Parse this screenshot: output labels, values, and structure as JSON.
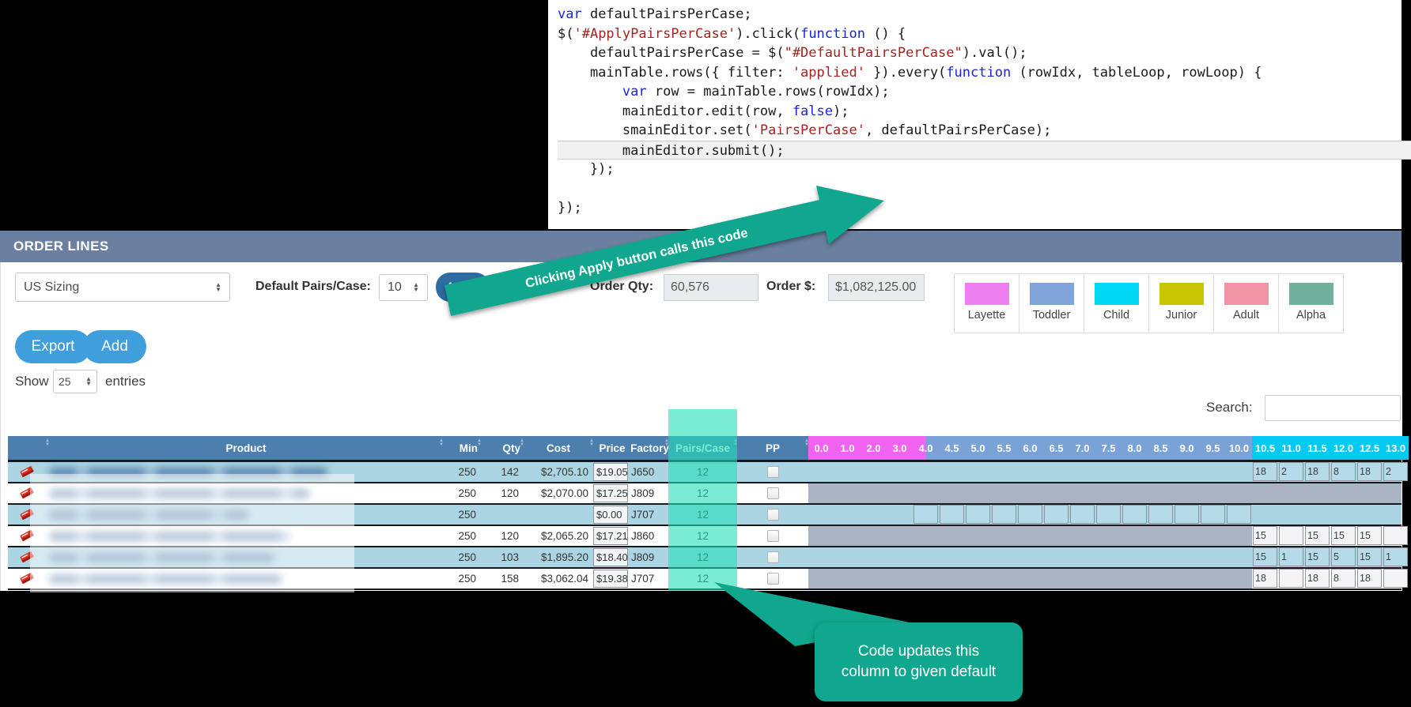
{
  "code_panel": {
    "highlight_line": 8,
    "lines": [
      [
        {
          "t": "var",
          "c": "kw"
        },
        {
          "t": " defaultPairsPerCase;",
          "c": "pl"
        }
      ],
      [
        {
          "t": "$(",
          "c": "pl"
        },
        {
          "t": "'#ApplyPairsPerCase'",
          "c": "str"
        },
        {
          "t": ").click(",
          "c": "pl"
        },
        {
          "t": "function",
          "c": "kw"
        },
        {
          "t": " () {",
          "c": "pl"
        }
      ],
      [
        {
          "t": "    defaultPairsPerCase = $(",
          "c": "pl"
        },
        {
          "t": "\"#DefaultPairsPerCase\"",
          "c": "str"
        },
        {
          "t": ").val();",
          "c": "pl"
        }
      ],
      [
        {
          "t": "    mainTable.rows({ filter: ",
          "c": "pl"
        },
        {
          "t": "'applied'",
          "c": "str"
        },
        {
          "t": " }).every(",
          "c": "pl"
        },
        {
          "t": "function",
          "c": "kw"
        },
        {
          "t": " (rowIdx, tableLoop, rowLoop) {",
          "c": "pl"
        }
      ],
      [
        {
          "t": "        ",
          "c": "pl"
        },
        {
          "t": "var",
          "c": "kw"
        },
        {
          "t": " row = mainTable.rows(rowIdx);",
          "c": "pl"
        }
      ],
      [
        {
          "t": "        mainEditor.edit(row, ",
          "c": "pl"
        },
        {
          "t": "false",
          "c": "kw"
        },
        {
          "t": ");",
          "c": "pl"
        }
      ],
      [
        {
          "t": "        smainEditor.set(",
          "c": "pl"
        },
        {
          "t": "'PairsPerCase'",
          "c": "str"
        },
        {
          "t": ", defaultPairsPerCase);",
          "c": "pl"
        }
      ],
      [
        {
          "t": "        mainEditor.submit();",
          "c": "pl"
        }
      ],
      [
        {
          "t": "    });",
          "c": "pl"
        }
      ],
      [],
      [
        {
          "t": "});",
          "c": "pl"
        }
      ]
    ]
  },
  "annotations": {
    "arrow_text": "Clicking Apply button calls this code",
    "callout_line1": "Code updates this",
    "callout_line2": "column to given default",
    "teal": "#11a78e"
  },
  "panel": {
    "title": "ORDER LINES",
    "toolbar": {
      "sizing_select_value": "US Sizing",
      "default_ppc_label": "Default Pairs/Case:",
      "default_ppc_value": "10",
      "apply_label": "Apply",
      "order_qty_label": "Order Qty:",
      "order_qty_value": "60,576",
      "order_total_label": "Order $:",
      "order_total_value": "$1,082,125.00",
      "export_label": "Export",
      "add_label": "Add",
      "show_label": "Show",
      "show_value": "25",
      "entries_label": "entries",
      "search_label": "Search:",
      "search_value": ""
    },
    "legend": [
      {
        "label": "Layette",
        "color": "#ee7ff1"
      },
      {
        "label": "Toddler",
        "color": "#7ea4d9"
      },
      {
        "label": "Child",
        "color": "#00d8f5"
      },
      {
        "label": "Junior",
        "color": "#c9c504"
      },
      {
        "label": "Adult",
        "color": "#ef93a5"
      },
      {
        "label": "Alpha",
        "color": "#72b09e"
      }
    ]
  },
  "table": {
    "headers": {
      "product": "Product",
      "min": "Min",
      "qty": "Qty",
      "cost": "Cost",
      "price": "Price",
      "factory": "Factory",
      "pairs_per_case": "Pairs/Case",
      "pp": "PP"
    },
    "size_headers": [
      {
        "label": "0.0",
        "band": "layette"
      },
      {
        "label": "1.0",
        "band": "layette"
      },
      {
        "label": "2.0",
        "band": "layette"
      },
      {
        "label": "3.0",
        "band": "layette"
      },
      {
        "label": "4.0",
        "band": "split"
      },
      {
        "label": "4.5",
        "band": "toddler"
      },
      {
        "label": "5.0",
        "band": "toddler"
      },
      {
        "label": "5.5",
        "band": "toddler"
      },
      {
        "label": "6.0",
        "band": "toddler"
      },
      {
        "label": "6.5",
        "band": "toddler"
      },
      {
        "label": "7.0",
        "band": "toddler"
      },
      {
        "label": "7.5",
        "band": "toddler"
      },
      {
        "label": "8.0",
        "band": "toddler"
      },
      {
        "label": "8.5",
        "band": "toddler"
      },
      {
        "label": "9.0",
        "band": "toddler"
      },
      {
        "label": "9.5",
        "band": "toddler"
      },
      {
        "label": "10.0",
        "band": "toddler"
      },
      {
        "label": "10.5",
        "band": "child"
      },
      {
        "label": "11.0",
        "band": "child"
      },
      {
        "label": "11.5",
        "band": "child"
      },
      {
        "label": "12.0",
        "band": "child"
      },
      {
        "label": "12.5",
        "band": "child"
      },
      {
        "label": "13.0",
        "band": "child"
      }
    ],
    "rows": [
      {
        "product_blurred": true,
        "blur_w": 352,
        "min": "250",
        "qty": "142",
        "cost": "$2,705.10",
        "price": "$19.05",
        "factory": "J650",
        "pairs_per_case": "12",
        "pp_checked": false,
        "gray_bar": "none",
        "empty_boxes_4_to_10": false,
        "right_cells": [
          "18",
          "2",
          "18",
          "8",
          "18",
          "2"
        ]
      },
      {
        "product_blurred": true,
        "blur_w": 330,
        "min": "250",
        "qty": "120",
        "cost": "$2,070.00",
        "price": "$17.25",
        "factory": "J809",
        "pairs_per_case": "12",
        "pp_checked": false,
        "gray_bar": "full",
        "empty_boxes_4_to_10": false,
        "right_cells": null
      },
      {
        "product_blurred": true,
        "blur_w": 252,
        "min": "250",
        "qty": "",
        "cost": "",
        "price": "$0.00",
        "factory": "J707",
        "pairs_per_case": "12",
        "pp_checked": false,
        "gray_bar": "none",
        "empty_boxes_4_to_10": true,
        "right_cells": null
      },
      {
        "product_blurred": true,
        "blur_w": 305,
        "min": "250",
        "qty": "120",
        "cost": "$2,065.20",
        "price": "$17.21",
        "factory": "J860",
        "pairs_per_case": "12",
        "pp_checked": false,
        "gray_bar": "left",
        "empty_boxes_4_to_10": false,
        "right_cells": [
          "15",
          "",
          "15",
          "15",
          "15",
          ""
        ]
      },
      {
        "product_blurred": true,
        "blur_w": 285,
        "min": "250",
        "qty": "103",
        "cost": "$1,895.20",
        "price": "$18.40",
        "factory": "J809",
        "pairs_per_case": "12",
        "pp_checked": false,
        "gray_bar": "none",
        "empty_boxes_4_to_10": false,
        "right_cells": [
          "15",
          "1",
          "15",
          "5",
          "15",
          "1"
        ]
      },
      {
        "product_blurred": true,
        "blur_w": 295,
        "min": "250",
        "qty": "158",
        "cost": "$3,062.04",
        "price": "$19.38",
        "factory": "J707",
        "pairs_per_case": "12",
        "pp_checked": false,
        "gray_bar": "left",
        "empty_boxes_4_to_10": false,
        "right_cells": [
          "18",
          "",
          "18",
          "8",
          "18",
          ""
        ]
      }
    ]
  }
}
